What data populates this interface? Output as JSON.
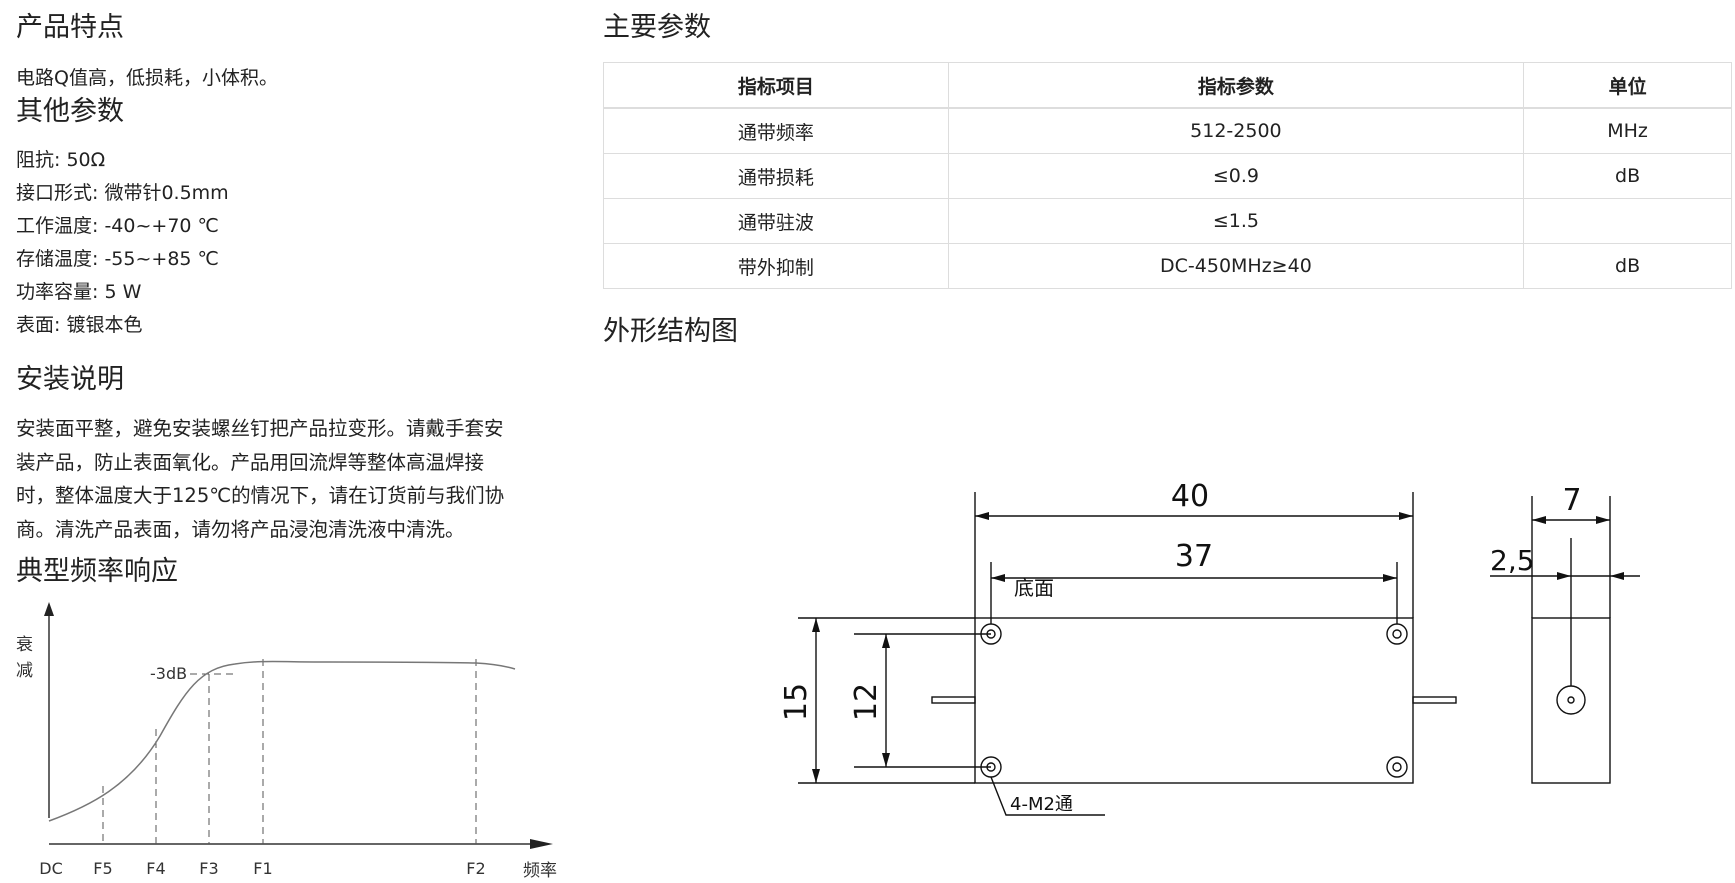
{
  "left": {
    "features_title": "产品特点",
    "features_text": "电路Q值高，低损耗，小体积。",
    "other_title": "其他参数",
    "other_params": [
      "阻抗: 50Ω",
      "接口形式: 微带针0.5mm",
      "工作温度: -40~+70 ℃",
      "存储温度: -55~+85 ℃",
      "功率容量: 5 W",
      "表面: 镀银本色"
    ],
    "install_title": "安装说明",
    "install_lines": [
      "安装面平整，避免安装螺丝钉把产品拉变形。请戴手套安",
      "装产品，防止表面氧化。产品用回流焊等整体高温焊接",
      "时，整体温度大于125℃的情况下，请在订货前与我们协",
      "商。清洗产品表面，请勿将产品浸泡清洗液中清洗。"
    ],
    "response_title": "典型频率响应",
    "chart": {
      "y_label_1": "衰",
      "y_label_2": "减",
      "marker_label": "-3dB",
      "x_ticks": [
        "DC",
        "F5",
        "F4",
        "F3",
        "F1",
        "F2"
      ],
      "x_label": "频率"
    }
  },
  "right": {
    "main_title": "主要参数",
    "table": {
      "headers": [
        "指标项目",
        "指标参数",
        "单位"
      ],
      "rows": [
        [
          "通带频率",
          "512-2500",
          "MHz"
        ],
        [
          "通带损耗",
          "≤0.9",
          "dB"
        ],
        [
          "通带驻波",
          "≤1.5",
          ""
        ],
        [
          "带外抑制",
          "DC-450MHz≥40",
          "dB"
        ]
      ]
    },
    "drawing_title": "外形结构图",
    "drawing": {
      "dim_40": "40",
      "dim_37": "37",
      "dim_15": "15",
      "dim_12": "12",
      "dim_7": "7",
      "dim_2_5": "2,5",
      "label_bottom": "底面",
      "label_holes": "4-M2通"
    }
  }
}
